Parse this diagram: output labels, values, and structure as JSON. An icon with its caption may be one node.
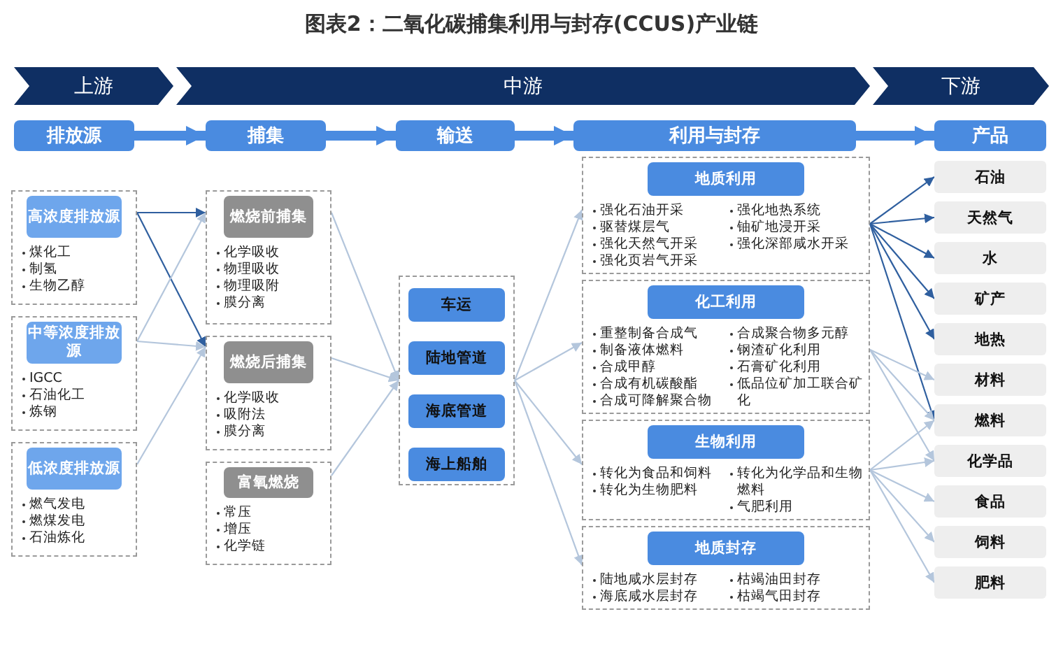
{
  "diagram": {
    "title": "图表2：二氧化碳捕集利用与封存(CCUS)产业链",
    "nodes": [
      {
        "text": [
          "上游"
        ]
      },
      {
        "text": [
          "中游"
        ]
      },
      {
        "text": [
          "下游"
        ]
      },
      {
        "text": [
          "排放源"
        ]
      },
      {
        "text": [
          "捕集"
        ]
      },
      {
        "text": [
          "输送"
        ]
      },
      {
        "text": [
          "利用与封存"
        ]
      },
      {
        "text": [
          "产品"
        ]
      },
      {
        "text": [
          "高浓度排放源",
          "煤化工",
          "制氢",
          "生物乙醇"
        ]
      },
      {
        "text": [
          "中等浓度排放源",
          "IGCC",
          "石油化工",
          "炼钢"
        ]
      },
      {
        "text": [
          "低浓度排放源",
          "燃气发电",
          "燃煤发电",
          "石油炼化"
        ]
      },
      {
        "text": [
          "燃烧前捕集",
          "化学吸收",
          "物理吸收",
          "物理吸附",
          "膜分离"
        ]
      },
      {
        "text": [
          "燃烧后捕集",
          "化学吸收",
          "吸附法",
          "膜分离"
        ]
      },
      {
        "text": [
          "富氧燃烧",
          "常压",
          "增压",
          "化学链"
        ]
      },
      {
        "text": [],
        "shape": "box"
      },
      {
        "text": [
          "车运"
        ],
        "in": 14
      },
      {
        "text": [
          "陆地管道"
        ],
        "in": 14
      },
      {
        "text": [
          "海底管道"
        ],
        "in": 14
      },
      {
        "text": [
          "海上船舶"
        ],
        "in": 14
      },
      {
        "text": [
          "地质利用",
          "强化石油开采",
          "驱替煤层气",
          "强化天然气开采",
          "强化页岩气开采",
          "强化地热系统",
          "铀矿地浸开采",
          "强化深部咸水开采"
        ]
      },
      {
        "text": [
          "化工利用",
          "重整制备合成气",
          "制备液体燃料",
          "合成甲醇",
          "合成有机碳酸酯",
          "合成可降解聚合物",
          "合成聚合物多元醇",
          "钢渣矿化利用",
          "石膏矿化利用",
          "低品位矿加工联合矿化"
        ]
      },
      {
        "text": [
          "生物利用",
          "转化为食品和饲料",
          "转化为生物肥料",
          "转化为化学品和生物燃料",
          "气肥利用"
        ]
      },
      {
        "text": [
          "地质封存",
          "陆地咸水层封存",
          "海底咸水层封存",
          "枯竭油田封存",
          "枯竭气田封存"
        ]
      },
      {
        "text": [
          "石油"
        ]
      },
      {
        "text": [
          "天然气"
        ]
      },
      {
        "text": [
          "水"
        ]
      },
      {
        "text": [
          "矿产"
        ]
      },
      {
        "text": [
          "地热"
        ]
      },
      {
        "text": [
          "材料"
        ]
      },
      {
        "text": [
          "燃料"
        ]
      },
      {
        "text": [
          "化学品"
        ]
      },
      {
        "text": [
          "食品"
        ]
      },
      {
        "text": [
          "饲料"
        ]
      },
      {
        "text": [
          "肥料"
        ]
      }
    ],
    "edges": [
      {
        "from": 3,
        "to": 4,
        "arrow": "to",
        "style": "thick",
        "color": "#4a8be0"
      },
      {
        "from": 4,
        "to": 5,
        "arrow": "to",
        "style": "thick",
        "color": "#4a8be0"
      },
      {
        "from": 5,
        "to": 6,
        "arrow": "to",
        "style": "thick",
        "color": "#4a8be0"
      },
      {
        "from": 6,
        "to": 7,
        "arrow": "to",
        "style": "thick",
        "color": "#4a8be0"
      },
      {
        "from": 8,
        "to": 11,
        "arrow": "to",
        "color": "#2f5f9f"
      },
      {
        "from": 8,
        "to": 12,
        "arrow": "to",
        "color": "#2f5f9f"
      },
      {
        "from": 9,
        "to": 11,
        "arrow": "to"
      },
      {
        "from": 9,
        "to": 12,
        "arrow": "to"
      },
      {
        "from": 10,
        "to": 12,
        "arrow": "to"
      },
      {
        "from": 11,
        "to": 14,
        "arrow": "to"
      },
      {
        "from": 12,
        "to": 14,
        "arrow": "to"
      },
      {
        "from": 13,
        "to": 14,
        "arrow": "to"
      },
      {
        "from": 14,
        "to": 19,
        "arrow": "to"
      },
      {
        "from": 14,
        "to": 20,
        "arrow": "to"
      },
      {
        "from": 14,
        "to": 21,
        "arrow": "to"
      },
      {
        "from": 14,
        "to": 22,
        "arrow": "to"
      },
      {
        "from": 19,
        "to": 23,
        "arrow": "to",
        "color": "#2f5f9f"
      },
      {
        "from": 19,
        "to": 24,
        "arrow": "to",
        "color": "#2f5f9f"
      },
      {
        "from": 19,
        "to": 25,
        "arrow": "to",
        "color": "#2f5f9f"
      },
      {
        "from": 19,
        "to": 26,
        "arrow": "to",
        "color": "#2f5f9f"
      },
      {
        "from": 19,
        "to": 27,
        "arrow": "to",
        "color": "#2f5f9f"
      },
      {
        "from": 19,
        "to": 29,
        "arrow": "to",
        "color": "#2f5f9f"
      },
      {
        "from": 20,
        "to": 28,
        "arrow": "to"
      },
      {
        "from": 20,
        "to": 29,
        "arrow": "to"
      },
      {
        "from": 20,
        "to": 30,
        "arrow": "to"
      },
      {
        "from": 21,
        "to": 29,
        "arrow": "to"
      },
      {
        "from": 21,
        "to": 30,
        "arrow": "to"
      },
      {
        "from": 21,
        "to": 31,
        "arrow": "to"
      },
      {
        "from": 21,
        "to": 32,
        "arrow": "to"
      },
      {
        "from": 21,
        "to": 33,
        "arrow": "to"
      }
    ]
  }
}
